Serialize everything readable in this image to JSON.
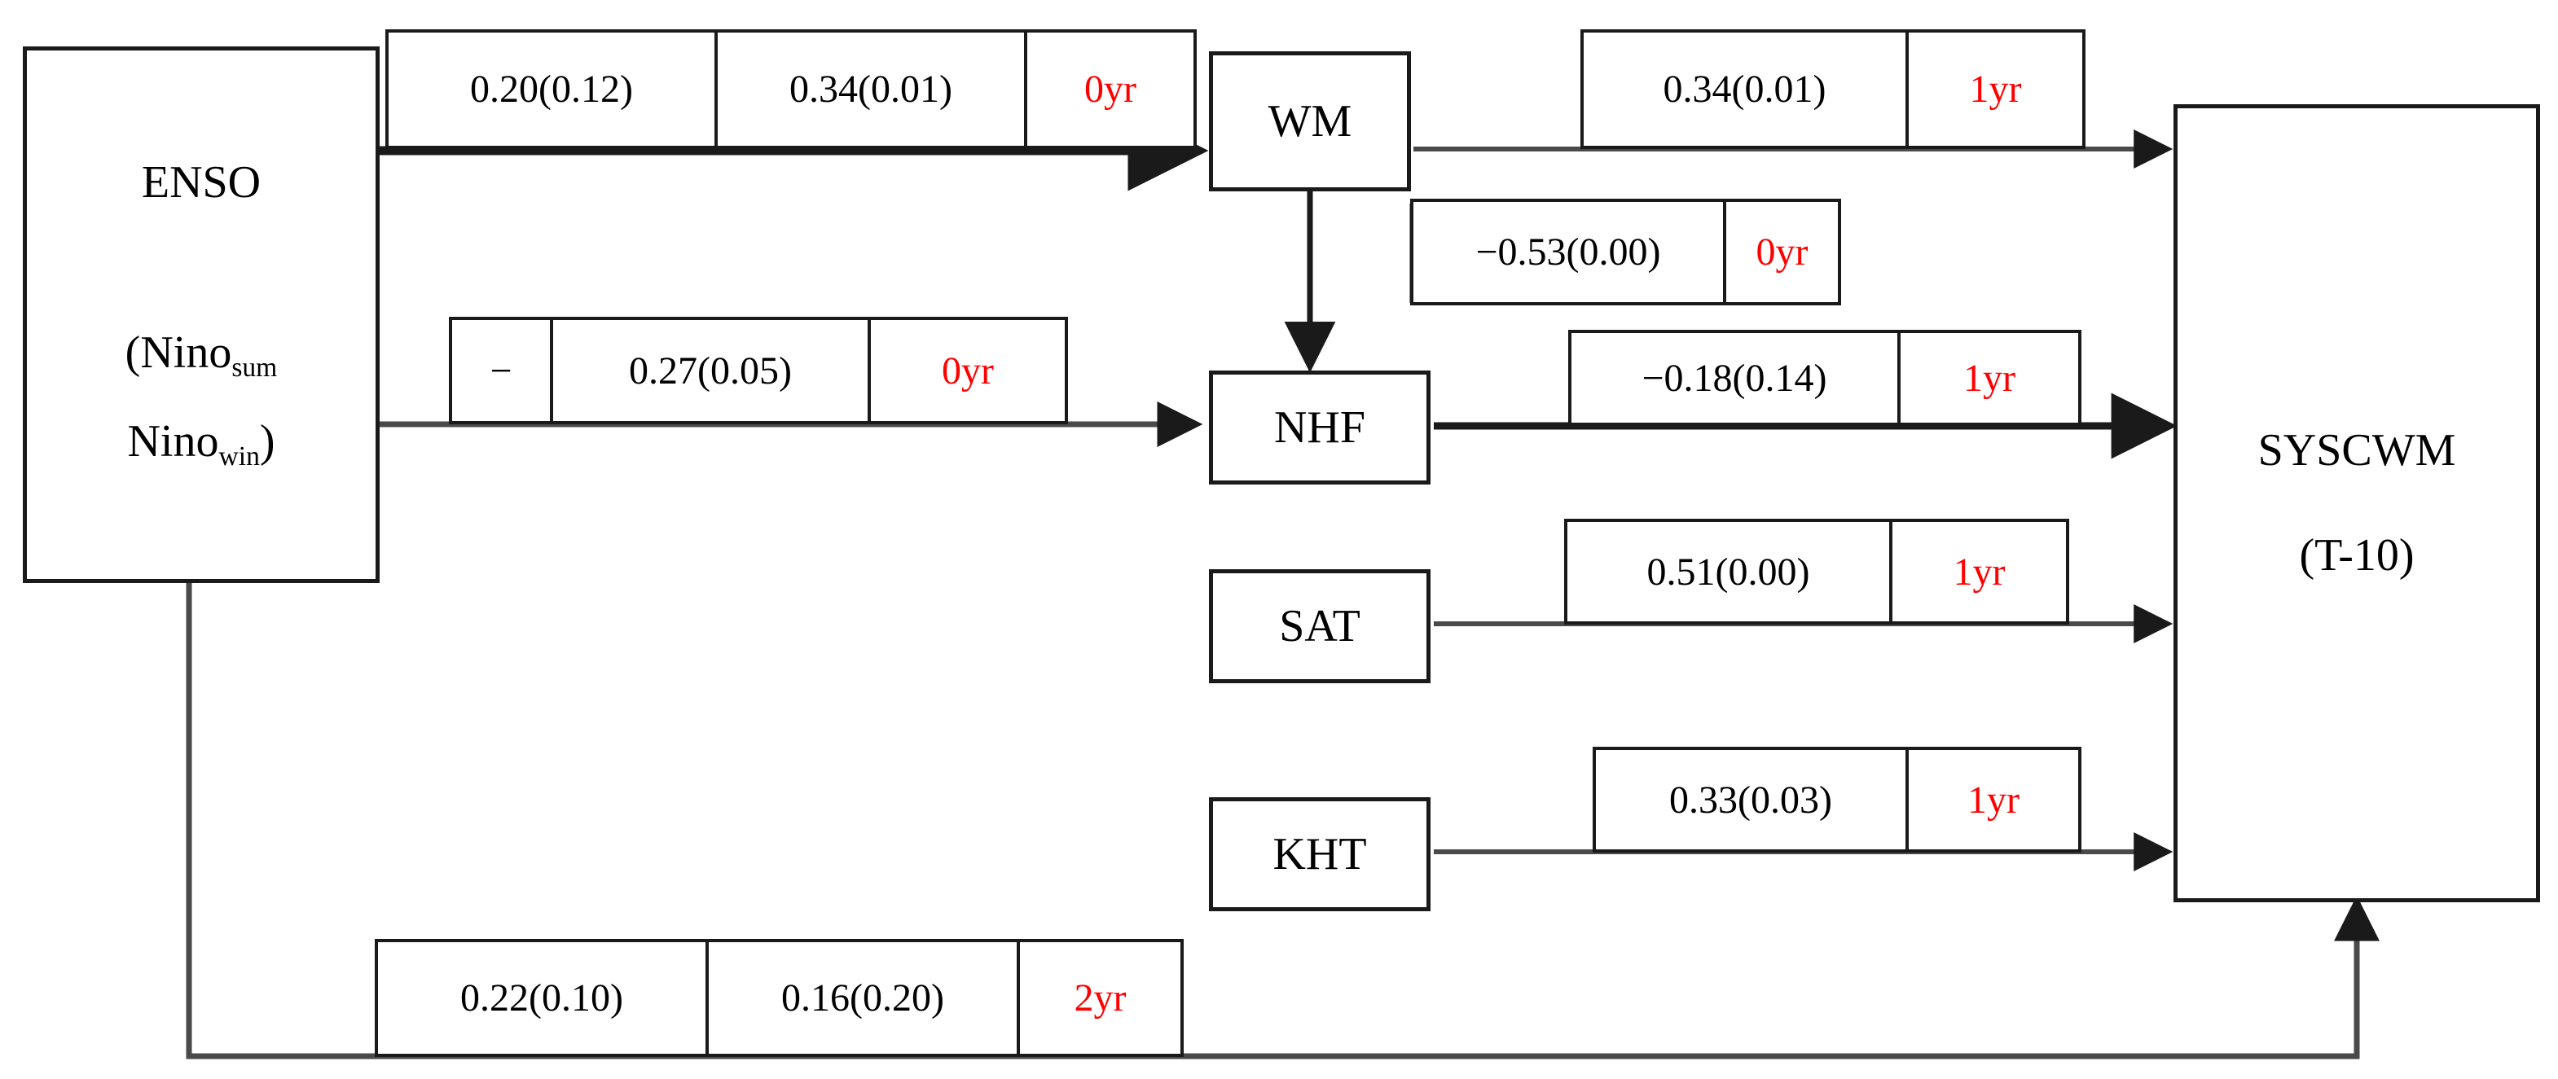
{
  "diagram": {
    "type": "path-analysis-flow-diagram",
    "colors": {
      "box_border": "#1a1a1a",
      "text": "#000000",
      "lag_text": "#ff0000",
      "background": "#ffffff"
    },
    "nodes": [
      {
        "id": "enso",
        "label_line1": "ENSO",
        "label_line2_pre": "(Nino",
        "label_line2_sub": "sum",
        "label_line3_pre": "Nino",
        "label_line3_sub": "win",
        "label_line3_post": ")"
      },
      {
        "id": "wm",
        "label": "WM"
      },
      {
        "id": "nhf",
        "label": "NHF"
      },
      {
        "id": "sat",
        "label": "SAT"
      },
      {
        "id": "kht",
        "label": "KHT"
      },
      {
        "id": "syscwm",
        "label_line1": "SYSCWM",
        "label_line2": "(T-10)"
      }
    ],
    "edge_labels": [
      {
        "id": "enso-wm",
        "from": "ENSO",
        "to": "WM",
        "cells": [
          "0.20(0.12)",
          "0.34(0.01)",
          "0yr"
        ],
        "lag": "0yr"
      },
      {
        "id": "wm-syscwm",
        "from": "WM",
        "to": "SYSCWM",
        "cells": [
          "0.34(0.01)",
          "1yr"
        ],
        "lag": "1yr"
      },
      {
        "id": "wm-nhf",
        "from": "WM",
        "to": "NHF",
        "cells": [
          "−0.53(0.00)",
          "0yr"
        ],
        "lag": "0yr"
      },
      {
        "id": "enso-nhf",
        "from": "ENSO",
        "to": "NHF",
        "cells": [
          "−",
          "0.27(0.05)",
          "0yr"
        ],
        "lag": "0yr"
      },
      {
        "id": "nhf-syscwm",
        "from": "NHF",
        "to": "SYSCWM",
        "cells": [
          "−0.18(0.14)",
          "1yr"
        ],
        "lag": "1yr"
      },
      {
        "id": "sat-syscwm",
        "from": "SAT",
        "to": "SYSCWM",
        "cells": [
          "0.51(0.00)",
          "1yr"
        ],
        "lag": "1yr"
      },
      {
        "id": "kht-syscwm",
        "from": "KHT",
        "to": "SYSCWM",
        "cells": [
          "0.33(0.03)",
          "1yr"
        ],
        "lag": "1yr"
      },
      {
        "id": "enso-syscwm",
        "from": "ENSO",
        "to": "SYSCWM",
        "cells": [
          "0.22(0.10)",
          "0.16(0.20)",
          "2yr"
        ],
        "lag": "2yr"
      }
    ]
  },
  "text": {
    "enso_title": "ENSO",
    "enso_nino_sum_pre": "(Nino",
    "enso_nino_sum_sub": "sum",
    "enso_nino_win_pre": "Nino",
    "enso_nino_win_sub": "win",
    "enso_nino_win_post": ")",
    "wm": "WM",
    "nhf": "NHF",
    "sat": "SAT",
    "kht": "KHT",
    "syscwm": "SYSCWM",
    "syscwm_sub": "(T-10)",
    "e1_c1": "0.20(0.12)",
    "e1_c2": "0.34(0.01)",
    "e1_c3": "0yr",
    "e2_c1": "0.34(0.01)",
    "e2_c2": "1yr",
    "e3_c1": "−0.53(0.00)",
    "e3_c2": "0yr",
    "e4_c1": "−",
    "e4_c2": "0.27(0.05)",
    "e4_c3": "0yr",
    "e5_c1": "−0.18(0.14)",
    "e5_c2": "1yr",
    "e6_c1": "0.51(0.00)",
    "e6_c2": "1yr",
    "e7_c1": "0.33(0.03)",
    "e7_c2": "1yr",
    "e8_c1": "0.22(0.10)",
    "e8_c2": "0.16(0.20)",
    "e8_c3": "2yr"
  }
}
